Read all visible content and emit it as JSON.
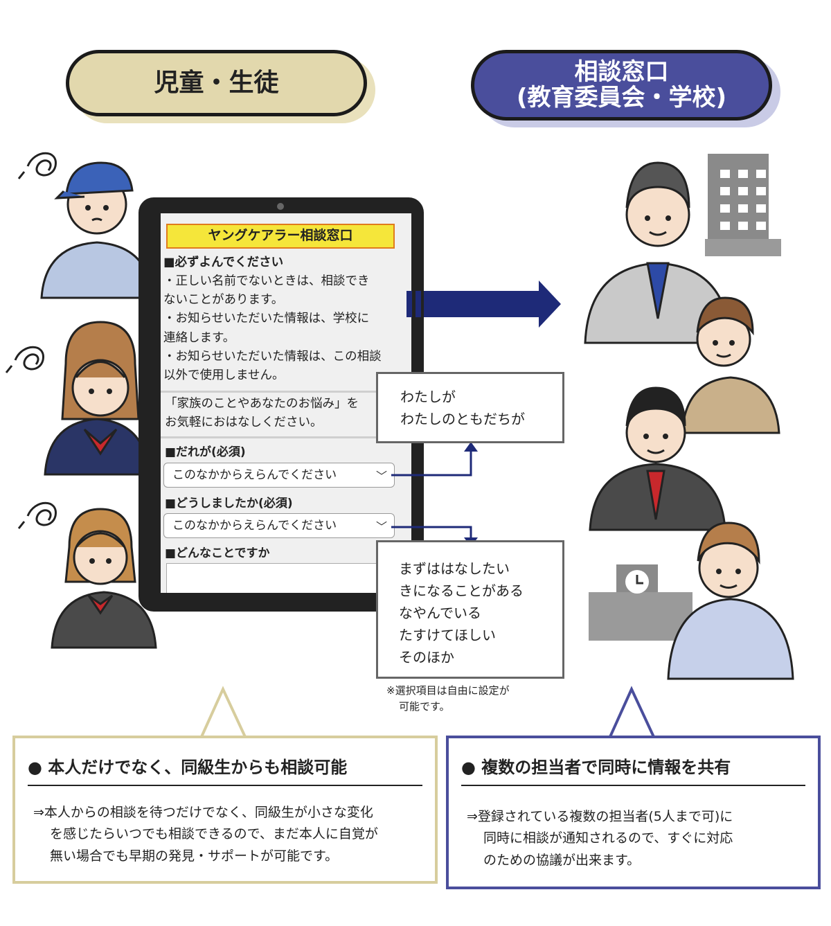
{
  "header": {
    "left_label": "児童・生徒",
    "right_label_line1": "相談窓口",
    "right_label_line2": "(教育委員会・学校)"
  },
  "tablet": {
    "title": "ヤングケアラー相談窓口",
    "notice_heading": "■必ずよんでください",
    "notice_lines": [
      "・正しい名前でないときは、相談でき",
      "ないことがあります。",
      "・お知らせいただいた情報は、学校に",
      "連絡します。",
      "・お知らせいただいた情報は、この相談",
      "以外で使用しません。"
    ],
    "invite_lines": [
      "「家族のことやあなたのお悩み」を",
      "お気軽におはなしください。"
    ],
    "field1_label": "■だれが(必須)",
    "field1_placeholder": "このなかからえらんでください",
    "field2_label": "■どうしましたか(必須)",
    "field2_placeholder": "このなかからえらんでください",
    "field3_label": "■どんなことですか"
  },
  "popup_who": [
    "わたしが",
    "わたしのともだちが"
  ],
  "popup_what": [
    "まずははなしたい",
    "きになることがある",
    "なやんでいる",
    "たすけてほしい",
    "そのほか"
  ],
  "note_lines": [
    "※選択項目は自由に設定が",
    "可能です。"
  ],
  "box_left": {
    "title": "● 本人だけでなく、同級生からも相談可能",
    "body_lines": [
      "⇒本人からの相談を待つだけでなく、同級生が小さな変化",
      "を感じたらいつでも相談できるので、まだ本人に自覚が",
      "無い場合でも早期の発見・サポートが可能です。"
    ]
  },
  "box_right": {
    "title": "● 複数の担当者で同時に情報を共有",
    "body_lines": [
      "⇒登録されている複数の担当者(5人まで可)に",
      "同時に相談が通知されるので、すぐに対応",
      "のための協議が出来ます。"
    ]
  },
  "colors": {
    "student_accent": "#e2d8ad",
    "office_accent": "#4a4e9c",
    "arrow": "#1e2a78"
  }
}
